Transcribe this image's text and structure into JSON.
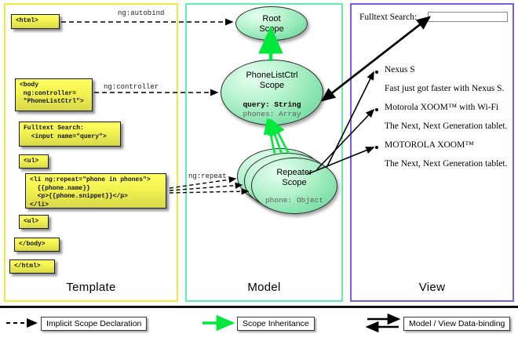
{
  "columns": [
    {
      "key": "template",
      "label": "Template",
      "border_color": "#f2ea3c"
    },
    {
      "key": "model",
      "label": "Model",
      "border_color": "#62eeae"
    },
    {
      "key": "view",
      "label": "View",
      "border_color": "#7b5ce0"
    }
  ],
  "template": {
    "boxes": [
      {
        "name": "html-open-tag-box",
        "text": "<html>"
      },
      {
        "name": "body-controller-box",
        "text": "<body\n ng:controller=\n \"PhoneListCtrl\">"
      },
      {
        "name": "fulltext-search-box",
        "text": "Fulltext Search:\n  <input name=\"query\">"
      },
      {
        "name": "ul-open-tag-box",
        "text": "<ul>"
      },
      {
        "name": "li-ngrepeat-box",
        "text": "<li ng:repeat=\"phone in phones\">\n  {{phone.name}}\n  <p>{{phone.snippet}}</p>\n</li>"
      },
      {
        "name": "ul-close-tag-box",
        "text": "<ul>"
      },
      {
        "name": "body-close-tag-box",
        "text": "</body>"
      },
      {
        "name": "html-close-tag-box",
        "text": "</html>"
      }
    ]
  },
  "model": {
    "scopes": [
      {
        "name": "root-scope",
        "title": "Root\nScope",
        "fields": []
      },
      {
        "name": "phonelistctrl-scope",
        "title": "PhoneListCtrl\nScope",
        "fields": [
          {
            "text": "query: String",
            "emphasis": "strong"
          },
          {
            "text": "phones: Array",
            "emphasis": "dim"
          }
        ]
      },
      {
        "name": "repeater-scope",
        "title": "Repeater\nScope",
        "fields": [
          {
            "text": "phone: Object",
            "emphasis": "dim"
          }
        ],
        "stacked": 3
      }
    ]
  },
  "view": {
    "search_label": "Fulltext Search:",
    "search_value": "",
    "items": [
      {
        "name": "Nexus S",
        "snippet": "Fast just got faster with Nexus S."
      },
      {
        "name": "Motorola XOOM™  with Wi-Fi",
        "snippet": "The Next, Next Generation tablet."
      },
      {
        "name": "MOTOROLA XOOM™",
        "snippet": "The Next, Next Generation tablet."
      }
    ]
  },
  "connections": [
    {
      "name": "ng-autobind-label",
      "label": "ng:autobind",
      "kind": "implicit-scope-declaration"
    },
    {
      "name": "ng-controller-label",
      "label": "ng:controller",
      "kind": "implicit-scope-declaration"
    },
    {
      "name": "ng-repeat-label",
      "label": "ng:repeat",
      "kind": "implicit-scope-declaration"
    }
  ],
  "legend": [
    {
      "name": "legend-implicit-scope-declaration",
      "label": "Implicit Scope Declaration",
      "style": "dashed-arrow",
      "color": "#000000"
    },
    {
      "name": "legend-scope-inheritance",
      "label": "Scope Inheritance",
      "style": "solid-green-arrow",
      "color": "#00e83c"
    },
    {
      "name": "legend-model-view-data-binding",
      "label": "Model / View Data-binding",
      "style": "double-headed-arrow",
      "color": "#000000"
    }
  ],
  "colors": {
    "code_box_fill": "#f2f24f",
    "scope_fill": "#83e2ac",
    "inheritance_arrow": "#00e83c",
    "template_border": "#f2ea3c",
    "model_border": "#62eeae",
    "view_border": "#7b5ce0"
  }
}
